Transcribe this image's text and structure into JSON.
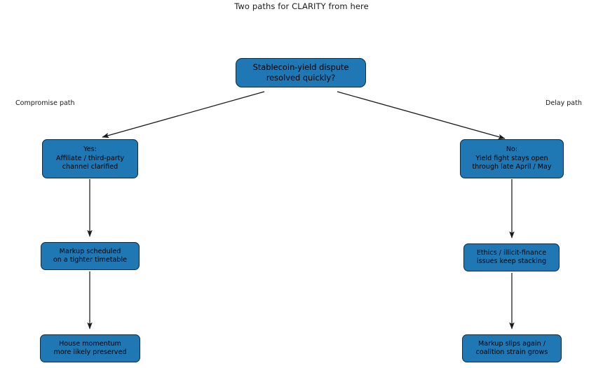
{
  "figure": {
    "title": "Two paths for CLARITY from here",
    "background": "#ffffff",
    "node_fill": "#1f77b4",
    "node_edge": "#0d2b3e",
    "arrow_color": "#1a1a1a",
    "text_color": "#000000"
  },
  "branch_labels": {
    "left": "Compromise path",
    "right": "Delay path"
  },
  "nodes": {
    "root": "Stablecoin-yield dispute\nresolved quickly?",
    "left_1": "Yes:\nAffiliate / third-party\nchannel clarified",
    "left_2": "Markup scheduled\non a tighter timetable",
    "left_3": "House momentum\nmore likely preserved",
    "right_1": "No:\nYield fight stays open\nthrough late April / May",
    "right_2": "Ethics / illicit-finance\nissues keep stacking",
    "right_3": "Markup slips again /\ncoalition strain grows"
  }
}
